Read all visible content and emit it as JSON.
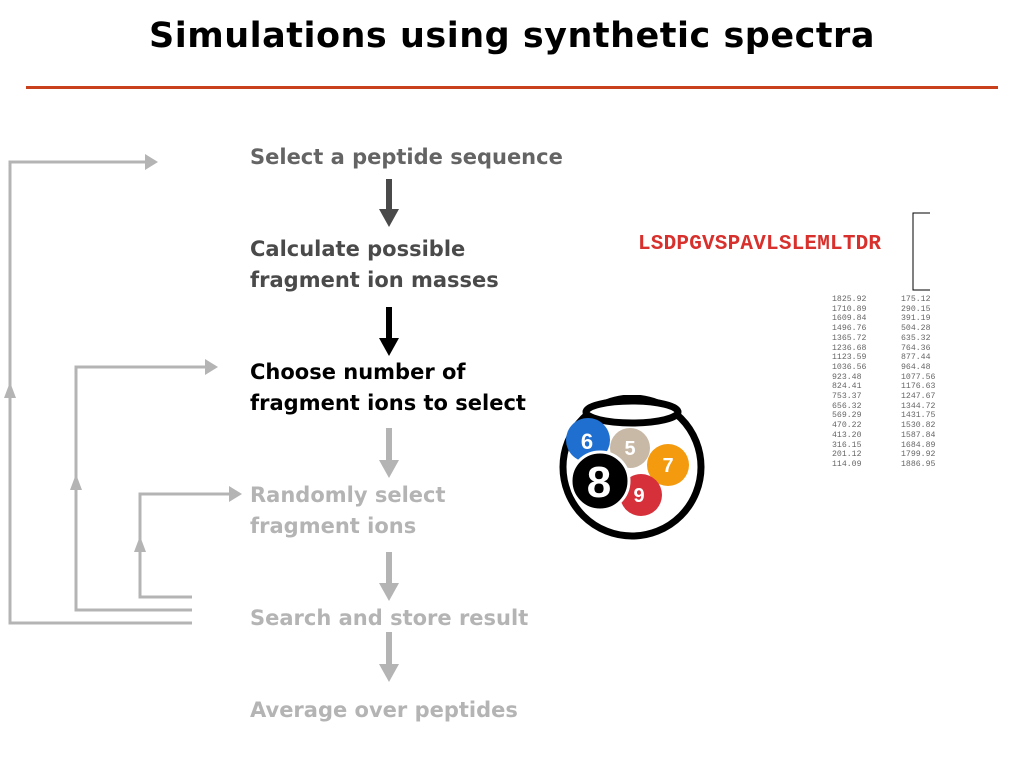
{
  "title": "Simulations using synthetic spectra",
  "steps": [
    {
      "lines": [
        "Select a peptide sequence"
      ]
    },
    {
      "lines": [
        "Calculate possible",
        "fragment ion masses"
      ]
    },
    {
      "lines": [
        "Choose number of",
        "fragment ions to select"
      ]
    },
    {
      "lines": [
        "Randomly select",
        "fragment ions"
      ]
    },
    {
      "lines": [
        "Search and store result"
      ]
    },
    {
      "lines": [
        "Average over peptides"
      ]
    }
  ],
  "peptide": "LSDPGVSPAVLSLEMLTDR",
  "masses": {
    "left": [
      "1825.92",
      "1710.89",
      "1609.84",
      "1496.76",
      "1365.72",
      "1236.68",
      "1123.59",
      "1036.56",
      "923.48",
      "824.41",
      "753.37",
      "656.32",
      "569.29",
      "470.22",
      "413.20",
      "316.15",
      "201.12",
      "114.09"
    ],
    "right": [
      "175.12",
      "290.15",
      "391.19",
      "504.28",
      "635.32",
      "764.36",
      "877.44",
      "964.48",
      "1077.56",
      "1176.63",
      "1247.67",
      "1344.72",
      "1431.75",
      "1530.82",
      "1587.84",
      "1684.89",
      "1799.92",
      "1886.95"
    ]
  },
  "balls": {
    "b6": "6",
    "b5": "5",
    "b7": "7",
    "b8": "8",
    "b9": "9",
    "colors": {
      "six": "#1f6fd0",
      "five": "#c8b8a6",
      "seven": "#f39a0e",
      "eight": "#000000",
      "nine": "#d6303a"
    }
  },
  "colors": {
    "accent": "#c8401c",
    "peptide": "#d8302c",
    "loop": "#b4b4b4"
  }
}
